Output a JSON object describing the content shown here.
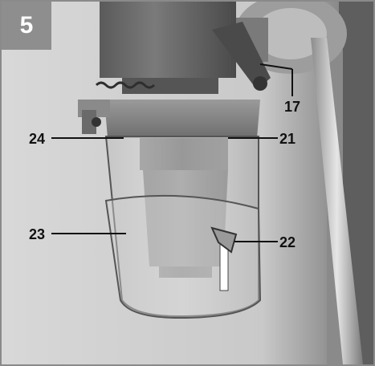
{
  "figure": {
    "number": "5",
    "badge_color": "#8e8e8e",
    "callouts": [
      {
        "id": "17",
        "text": "17"
      },
      {
        "id": "21",
        "text": "21"
      },
      {
        "id": "22",
        "text": "22"
      },
      {
        "id": "23",
        "text": "23"
      },
      {
        "id": "24",
        "text": "24"
      }
    ]
  }
}
